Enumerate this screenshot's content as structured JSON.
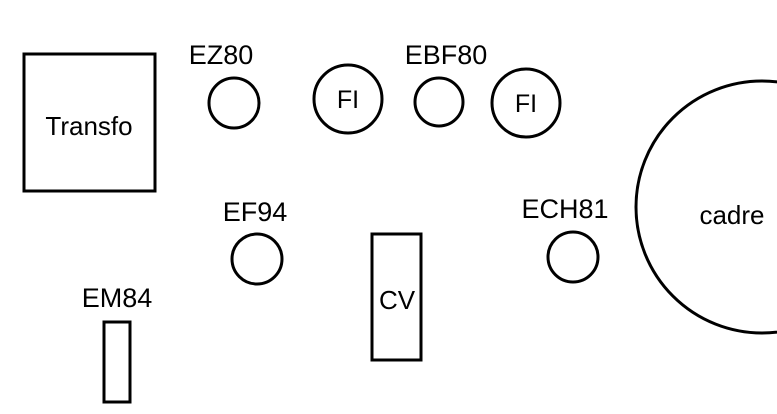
{
  "diagram": {
    "components": {
      "transfo": {
        "label": "Transfo"
      },
      "ez80": {
        "label": "EZ80"
      },
      "ebf80": {
        "label": "EBF80"
      },
      "fi_1": {
        "label": "FI"
      },
      "fi_2": {
        "label": "FI"
      },
      "ef94": {
        "label": "EF94"
      },
      "ech81": {
        "label": "ECH81"
      },
      "em84": {
        "label": "EM84"
      },
      "cv": {
        "label": "CV"
      },
      "cadre": {
        "label": "cadre"
      }
    }
  }
}
